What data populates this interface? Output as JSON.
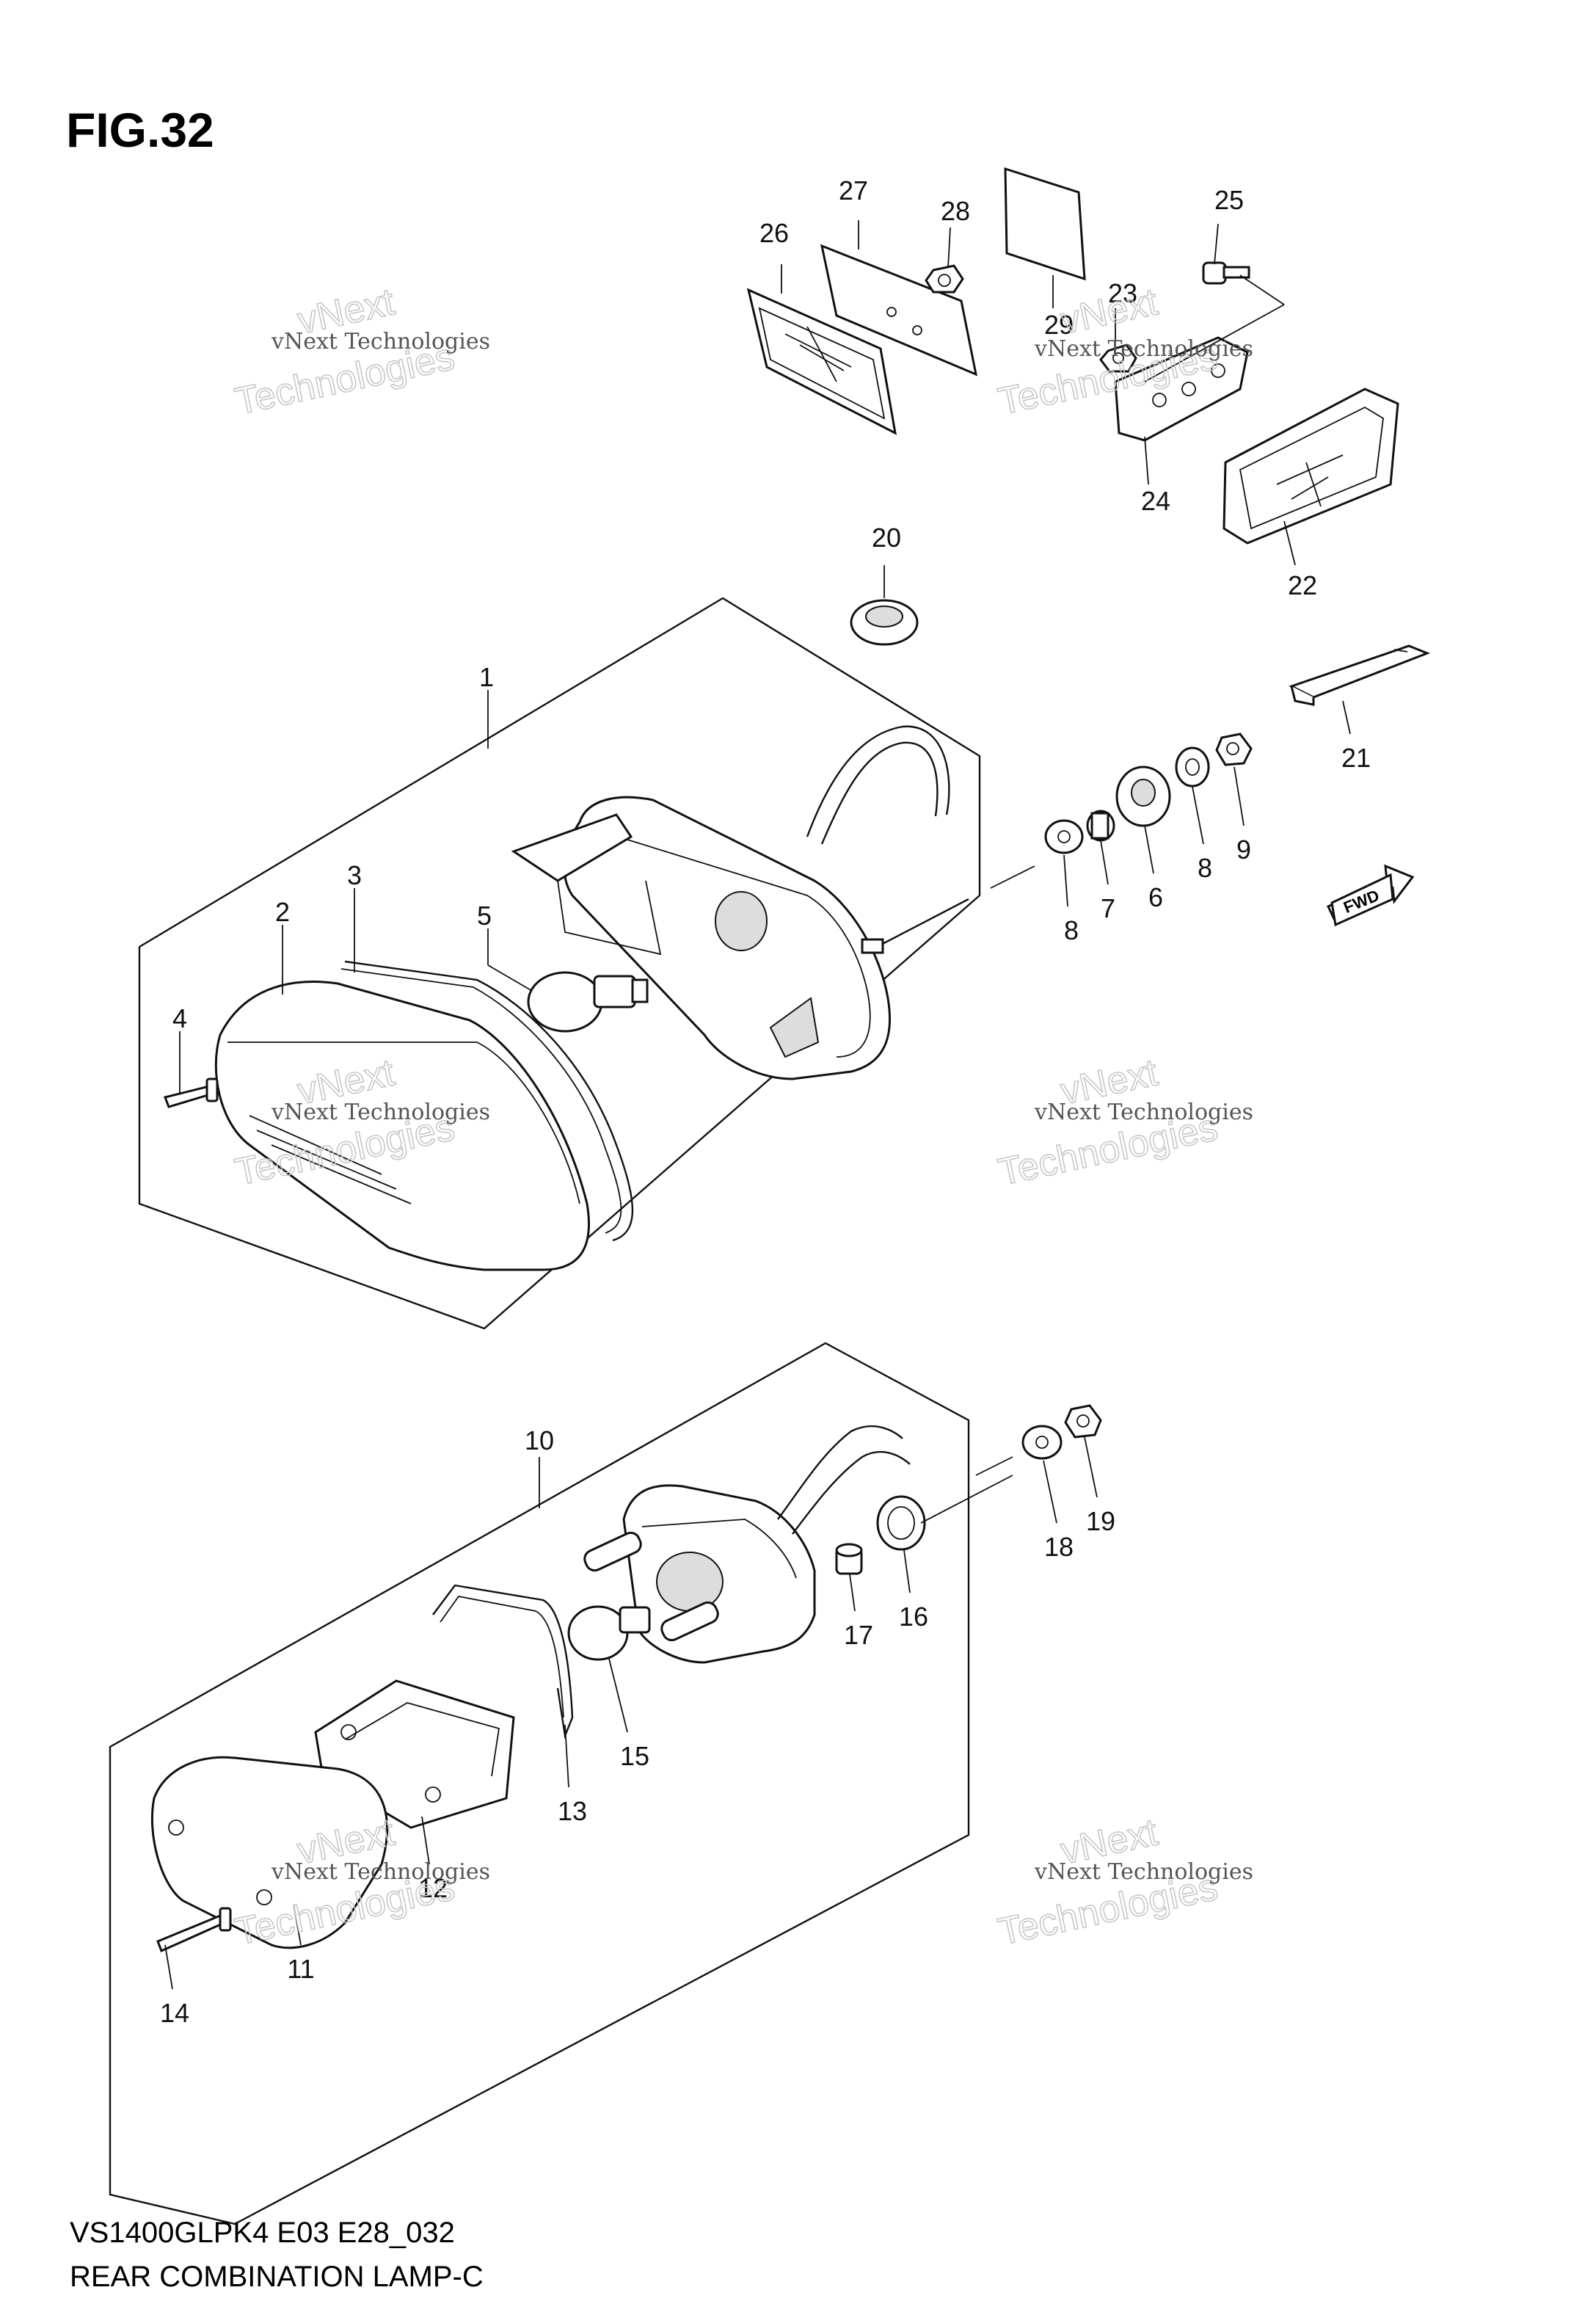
{
  "figure": {
    "title": "FIG.32",
    "model_code": "VS1400GLPK4 E03 E28_032",
    "caption": "REAR COMBINATION LAMP-C"
  },
  "watermark": {
    "line1": "vNext Technologies",
    "line2": "vNext",
    "line3": "Technologies"
  },
  "fwd_label": "FWD",
  "callouts": [
    "1",
    "2",
    "3",
    "4",
    "5",
    "6",
    "7",
    "8",
    "8",
    "9",
    "10",
    "11",
    "12",
    "13",
    "14",
    "15",
    "16",
    "17",
    "18",
    "19",
    "20",
    "21",
    "22",
    "23",
    "24",
    "25",
    "26",
    "27",
    "28",
    "29"
  ]
}
